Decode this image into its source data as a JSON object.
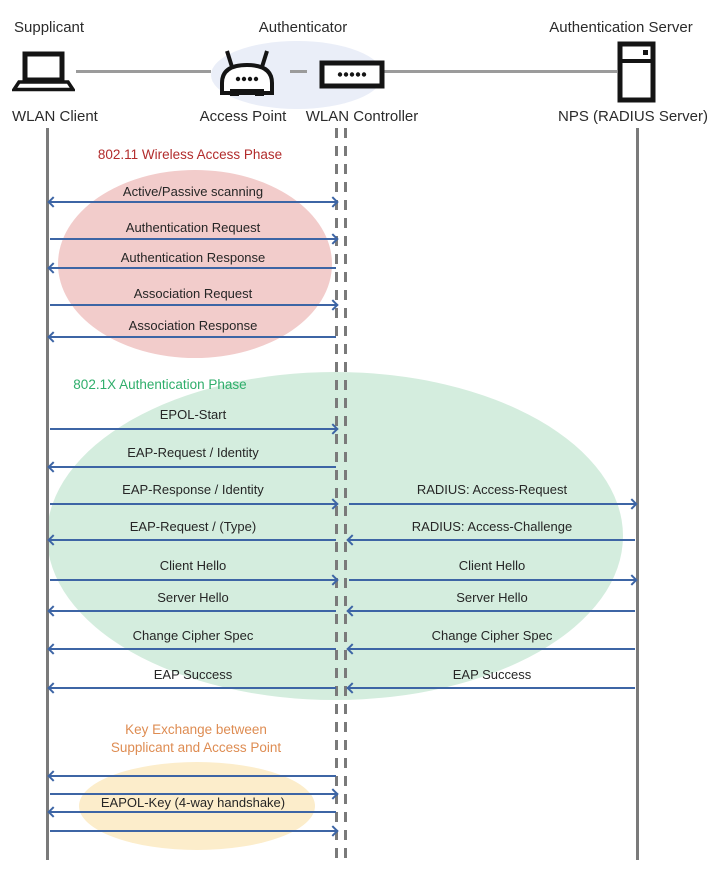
{
  "actors": {
    "supplicant": {
      "role": "Supplicant",
      "device": "WLAN Client",
      "icon": "laptop-icon"
    },
    "authenticator": {
      "role": "Authenticator",
      "access_point": "Access Point",
      "wlan_controller": "WLAN Controller",
      "icons": [
        "wireless-access-point-icon",
        "wlan-controller-icon"
      ]
    },
    "auth_server": {
      "role": "Authentication Server",
      "device": "NPS (RADIUS Server)",
      "icon": "server-icon"
    }
  },
  "phases": {
    "wireless_access": {
      "title": "802.11 Wireless Access Phase",
      "color": "#B22C2C",
      "ellipse_color": "#F2CCCB"
    },
    "authentication": {
      "title": "802.1X Authentication Phase",
      "color": "#2FAE6B",
      "ellipse_color": "#D4EDDE"
    },
    "key_exchange": {
      "title_line1": "Key Exchange between",
      "title_line2": "Supplicant and Access Point",
      "color": "#DE8C52",
      "ellipse_color": "#FCEDCB"
    }
  },
  "messages": {
    "scanning": "Active/Passive scanning",
    "auth_request": "Authentication Request",
    "auth_response": "Authentication Response",
    "assoc_request": "Association Request",
    "assoc_response": "Association Response",
    "epol_start": "EPOL-Start",
    "eap_request_identity": "EAP-Request / Identity",
    "eap_response_identity": "EAP-Response / Identity",
    "radius_access_request": "RADIUS: Access-Request",
    "eap_request_type": "EAP-Request / (Type)",
    "radius_access_challenge": "RADIUS: Access-Challenge",
    "client_hello": "Client Hello",
    "server_hello": "Server Hello",
    "change_cipher_spec": "Change Cipher Spec",
    "eap_success": "EAP Success",
    "eapol_key": "EAPOL-Key (4-way handshake)"
  },
  "style": {
    "arrow_color": "#3D65A5",
    "lifeline_color": "#7A7A7A",
    "authenticator_ellipse_color": "#EAEEF8"
  }
}
